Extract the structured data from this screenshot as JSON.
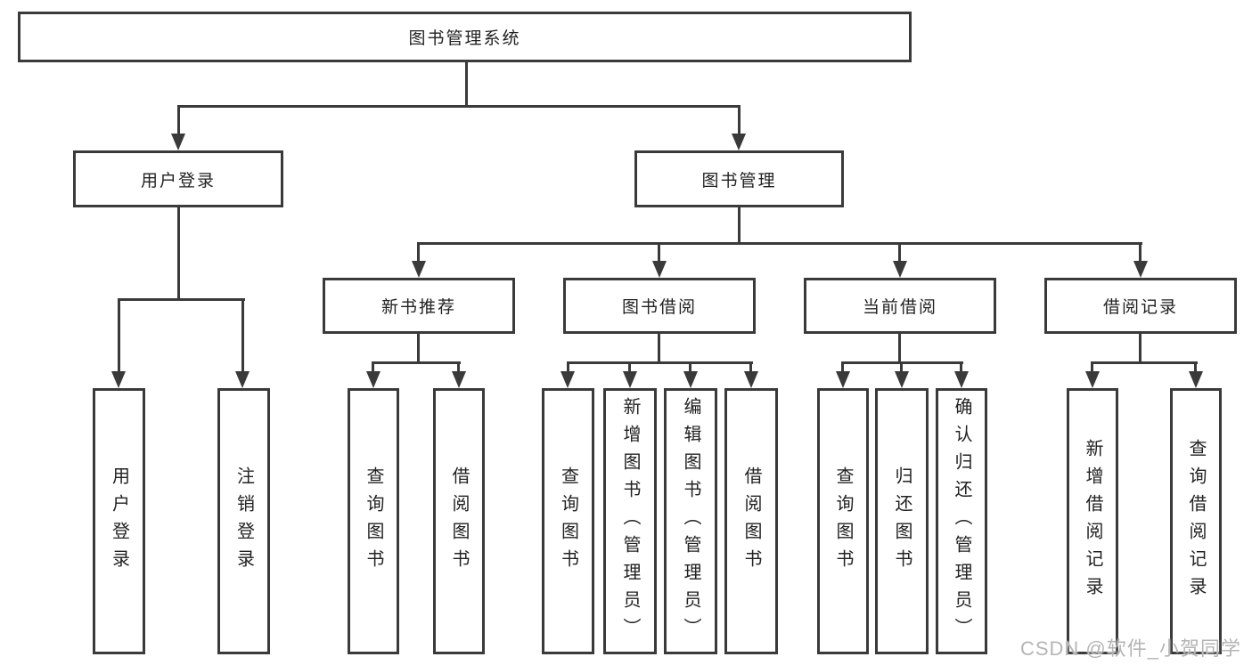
{
  "colors": {
    "line": "#3a3a3a",
    "text": "#222222",
    "background": "#ffffff",
    "watermark_color": "#b5b5b5"
  },
  "tree": {
    "label": "图书管理系统",
    "children": [
      {
        "label": "用户登录",
        "children": [
          {
            "label": "用户登录"
          },
          {
            "label": "注销登录"
          }
        ]
      },
      {
        "label": "图书管理",
        "children": [
          {
            "label": "新书推荐",
            "children": [
              {
                "label": "查询图书"
              },
              {
                "label": "借阅图书"
              }
            ]
          },
          {
            "label": "图书借阅",
            "children": [
              {
                "label": "查询图书"
              },
              {
                "label": "新增图书（管理员）"
              },
              {
                "label": "编辑图书（管理员）"
              },
              {
                "label": "借阅图书"
              }
            ]
          },
          {
            "label": "当前借阅",
            "children": [
              {
                "label": "查询图书"
              },
              {
                "label": "归还图书"
              },
              {
                "label": "确认归还（管理员）"
              }
            ]
          },
          {
            "label": "借阅记录",
            "children": [
              {
                "label": "新增借阅记录"
              },
              {
                "label": "查询借阅记录"
              }
            ]
          }
        ]
      }
    ]
  },
  "watermark": {
    "text": "CSDN @软件_小贺同学"
  }
}
